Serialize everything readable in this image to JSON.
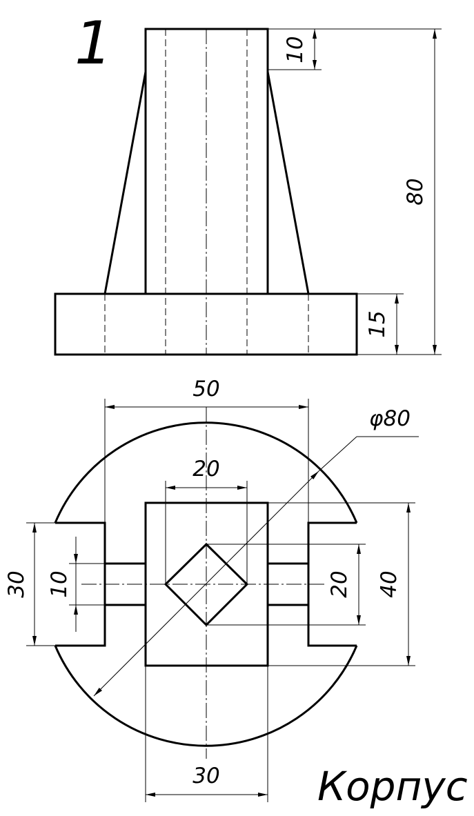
{
  "drawing": {
    "sheet_number": "1",
    "title": "Корпус"
  },
  "dimensions": {
    "top_height": "10",
    "total_height": "80",
    "base_height": "15",
    "slot_span": "50",
    "diameter": "φ80",
    "square_width": "20",
    "slot_width": "30",
    "pin_width": "10",
    "diamond_size": "20",
    "block_height": "40",
    "block_width": "30"
  },
  "colors": {
    "line": "#000000",
    "background": "#ffffff"
  }
}
